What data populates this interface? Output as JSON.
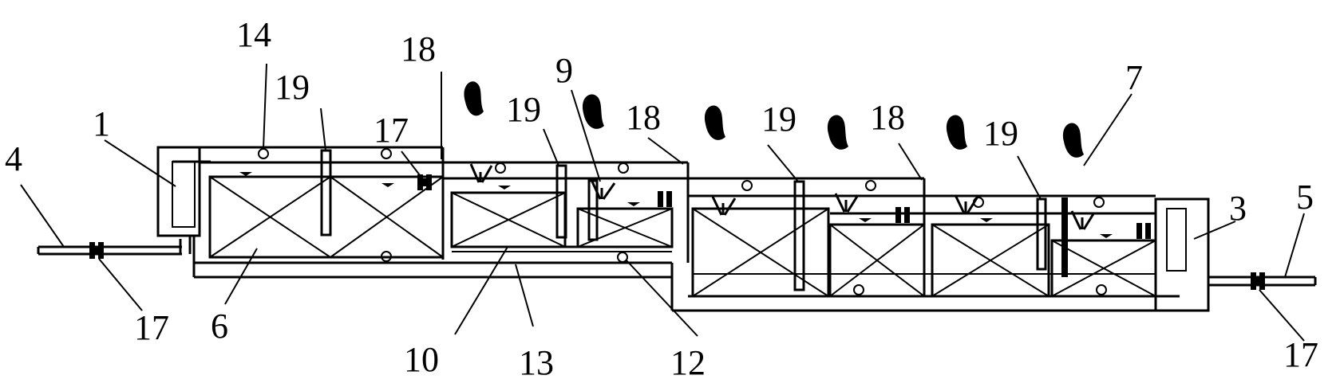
{
  "figure": {
    "labels": [
      {
        "id": "l4",
        "text": "4"
      },
      {
        "id": "l1",
        "text": "1"
      },
      {
        "id": "l14",
        "text": "14"
      },
      {
        "id": "l19a",
        "text": "19"
      },
      {
        "id": "l18a",
        "text": "18"
      },
      {
        "id": "l17a",
        "text": "17"
      },
      {
        "id": "l19b",
        "text": "19"
      },
      {
        "id": "l9",
        "text": "9"
      },
      {
        "id": "l18b",
        "text": "18"
      },
      {
        "id": "l19c",
        "text": "19"
      },
      {
        "id": "l18c",
        "text": "18"
      },
      {
        "id": "l19d",
        "text": "19"
      },
      {
        "id": "l7",
        "text": "7"
      },
      {
        "id": "l3",
        "text": "3"
      },
      {
        "id": "l5",
        "text": "5"
      },
      {
        "id": "l17b",
        "text": "17"
      },
      {
        "id": "l6",
        "text": "6"
      },
      {
        "id": "l10",
        "text": "10"
      },
      {
        "id": "l13",
        "text": "13"
      },
      {
        "id": "l12",
        "text": "12"
      },
      {
        "id": "l17c",
        "text": "17"
      }
    ]
  }
}
